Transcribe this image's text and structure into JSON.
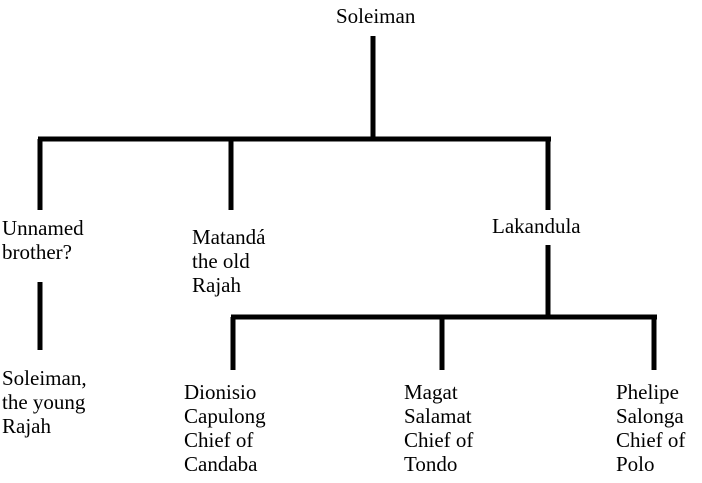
{
  "root": {
    "name": "Soleiman"
  },
  "children": [
    {
      "lines": [
        "Unnamed",
        "brother?"
      ]
    },
    {
      "lines": [
        "Matandá",
        "the old",
        "Rajah"
      ]
    },
    {
      "lines": [
        "Lakandula"
      ]
    }
  ],
  "unnamed_child": {
    "lines": [
      "Soleiman,",
      "the young",
      "Rajah"
    ]
  },
  "lakandula_children": [
    {
      "lines": [
        "Dionisio",
        "Capulong",
        "Chief of",
        "Candaba"
      ]
    },
    {
      "lines": [
        "Magat",
        "Salamat",
        "Chief of",
        "Tondo"
      ]
    },
    {
      "lines": [
        "Phelipe",
        "Salonga",
        "Chief of",
        "Polo"
      ]
    }
  ]
}
